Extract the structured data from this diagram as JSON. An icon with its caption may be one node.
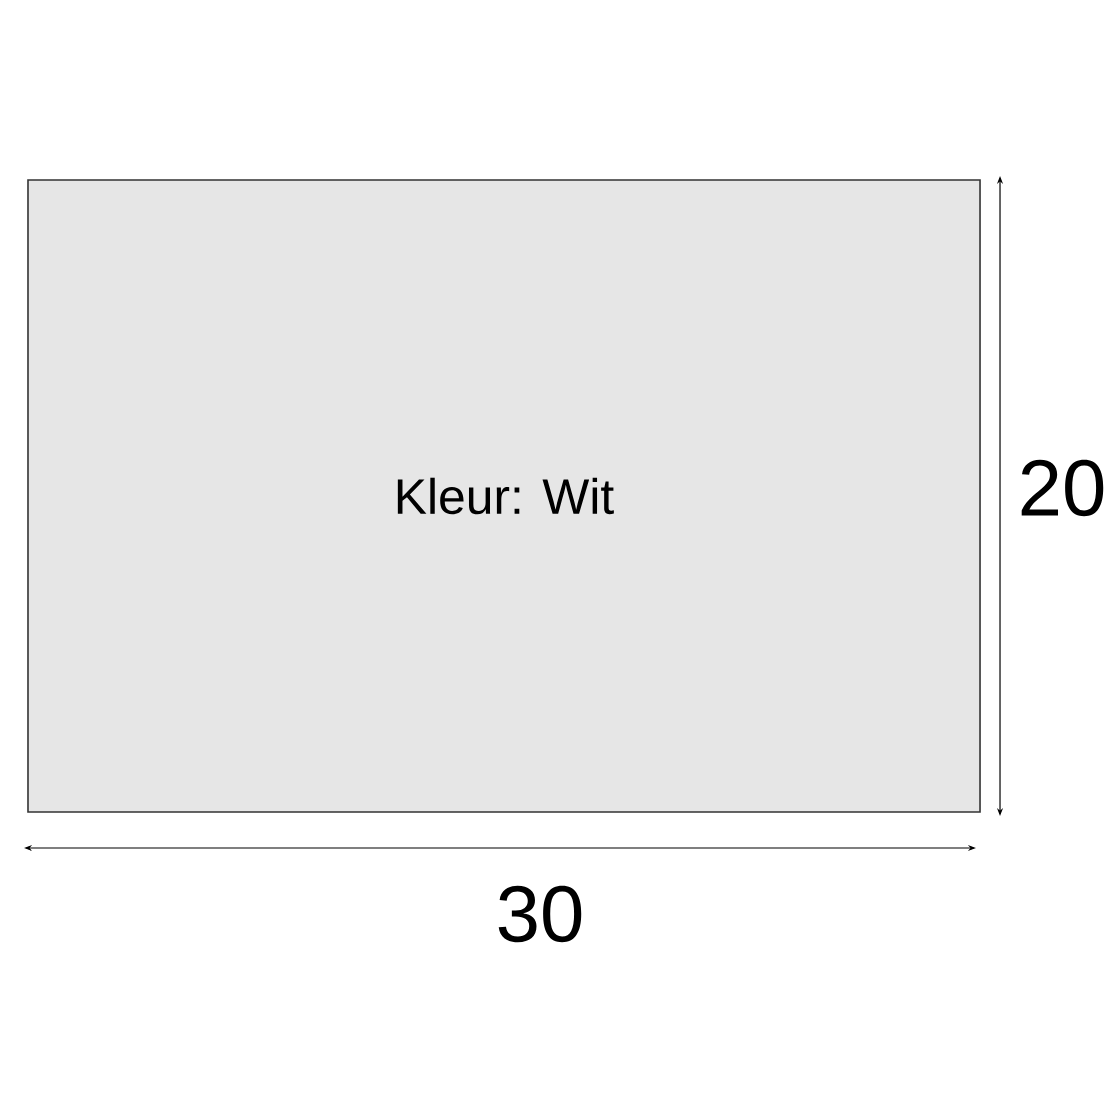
{
  "diagram": {
    "nodes": [
      {
        "text": [
          "Kleur: Wit"
        ]
      }
    ],
    "labels": [
      "20",
      "30"
    ]
  }
}
